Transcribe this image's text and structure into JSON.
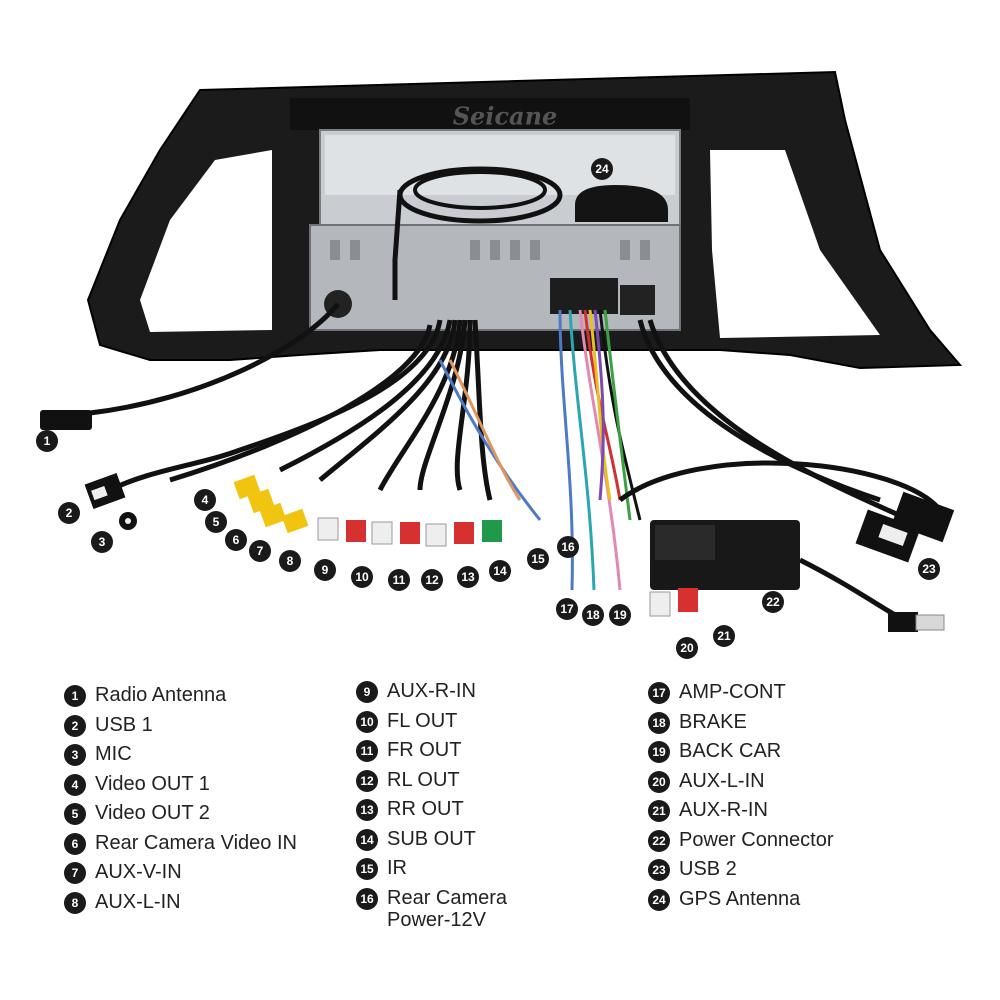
{
  "brand": "Seicane",
  "callouts": [
    "1",
    "2",
    "3",
    "4",
    "5",
    "6",
    "7",
    "8",
    "9",
    "10",
    "11",
    "12",
    "13",
    "14",
    "15",
    "16",
    "17",
    "18",
    "19",
    "20",
    "21",
    "22",
    "23",
    "24"
  ],
  "legend": {
    "col1": [
      {
        "num": "1",
        "label": "Radio Antenna"
      },
      {
        "num": "2",
        "label": "USB 1"
      },
      {
        "num": "3",
        "label": "MIC"
      },
      {
        "num": "4",
        "label": "Video OUT 1"
      },
      {
        "num": "5",
        "label": "Video OUT 2"
      },
      {
        "num": "6",
        "label": "Rear Camera Video IN"
      },
      {
        "num": "7",
        "label": "AUX-V-IN"
      },
      {
        "num": "8",
        "label": "AUX-L-IN"
      }
    ],
    "col2": [
      {
        "num": "9",
        "label": "AUX-R-IN"
      },
      {
        "num": "10",
        "label": "FL OUT"
      },
      {
        "num": "11",
        "label": "FR OUT"
      },
      {
        "num": "12",
        "label": "RL OUT"
      },
      {
        "num": "13",
        "label": "RR OUT"
      },
      {
        "num": "14",
        "label": "SUB OUT"
      },
      {
        "num": "15",
        "label": "IR"
      },
      {
        "num": "16",
        "label": "Rear Camera\nPower-12V"
      }
    ],
    "col3": [
      {
        "num": "17",
        "label": "AMP-CONT"
      },
      {
        "num": "18",
        "label": "BRAKE"
      },
      {
        "num": "19",
        "label": "BACK CAR"
      },
      {
        "num": "20",
        "label": "AUX-L-IN"
      },
      {
        "num": "21",
        "label": "AUX-R-IN"
      },
      {
        "num": "22",
        "label": "Power Connector"
      },
      {
        "num": "23",
        "label": "USB 2"
      },
      {
        "num": "24",
        "label": "GPS Antenna"
      }
    ]
  }
}
